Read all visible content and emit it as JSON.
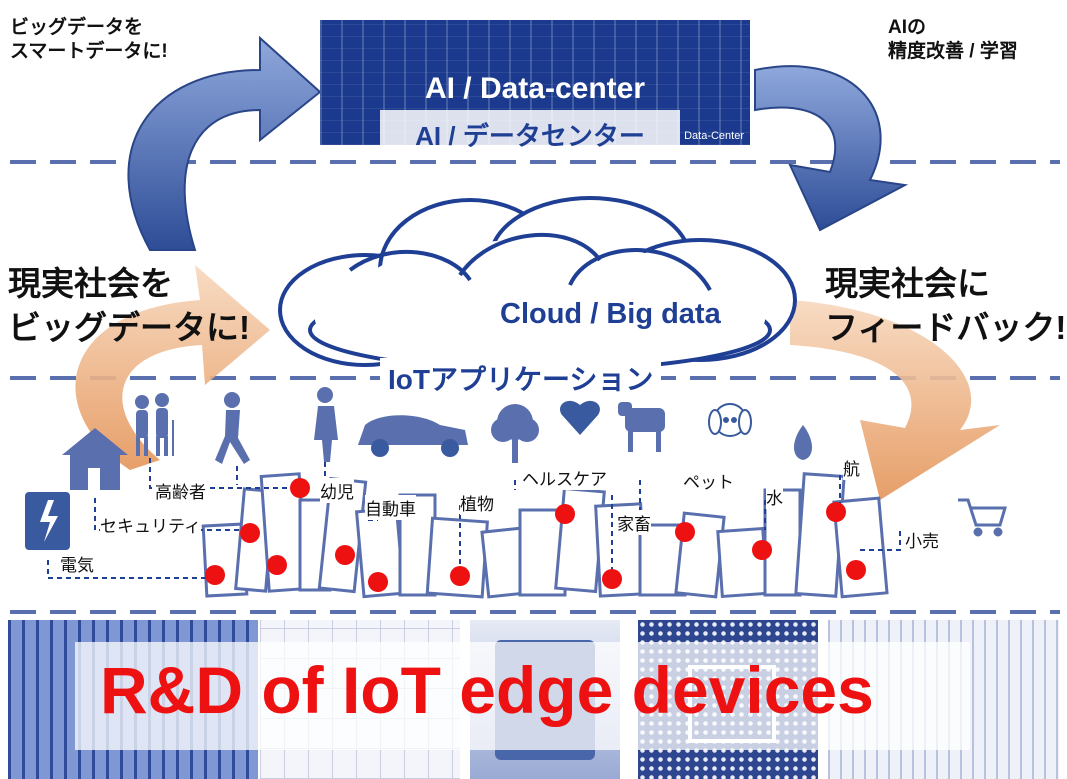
{
  "top": {
    "left_note": [
      "ビッグデータを",
      "スマートデータに!"
    ],
    "right_note": [
      "AIの",
      "精度改善 / 学習"
    ],
    "datacenter_title": "AI / Data-center",
    "datacenter_subtitle": "AI / データセンター",
    "datacenter_small": "Data-Center"
  },
  "middle": {
    "left_text": [
      "現実社会を",
      "ビッグデータに!"
    ],
    "right_text": [
      "現実社会に",
      "フィードバック!!"
    ],
    "cloud_label": "Cloud / Big data",
    "iot_app_label": "IoTアプリケーション"
  },
  "categories": {
    "elderly": "高齢者",
    "child": "幼児",
    "car": "自動車",
    "plant": "植物",
    "health": "ヘルスケア",
    "livestock": "家畜",
    "pet": "ペット",
    "water": "水",
    "aviation": "航",
    "retail": "小売",
    "security": "セキュリティ",
    "electricity": "電気"
  },
  "bottom": {
    "title": "R&D of IoT edge devices"
  },
  "colors": {
    "navy": "#1f3f95",
    "dash": "#5a6fae",
    "red_dot": "#ee1111",
    "arrow_blue": "#3f5fa5",
    "arrow_orange": "#e9a36e"
  }
}
